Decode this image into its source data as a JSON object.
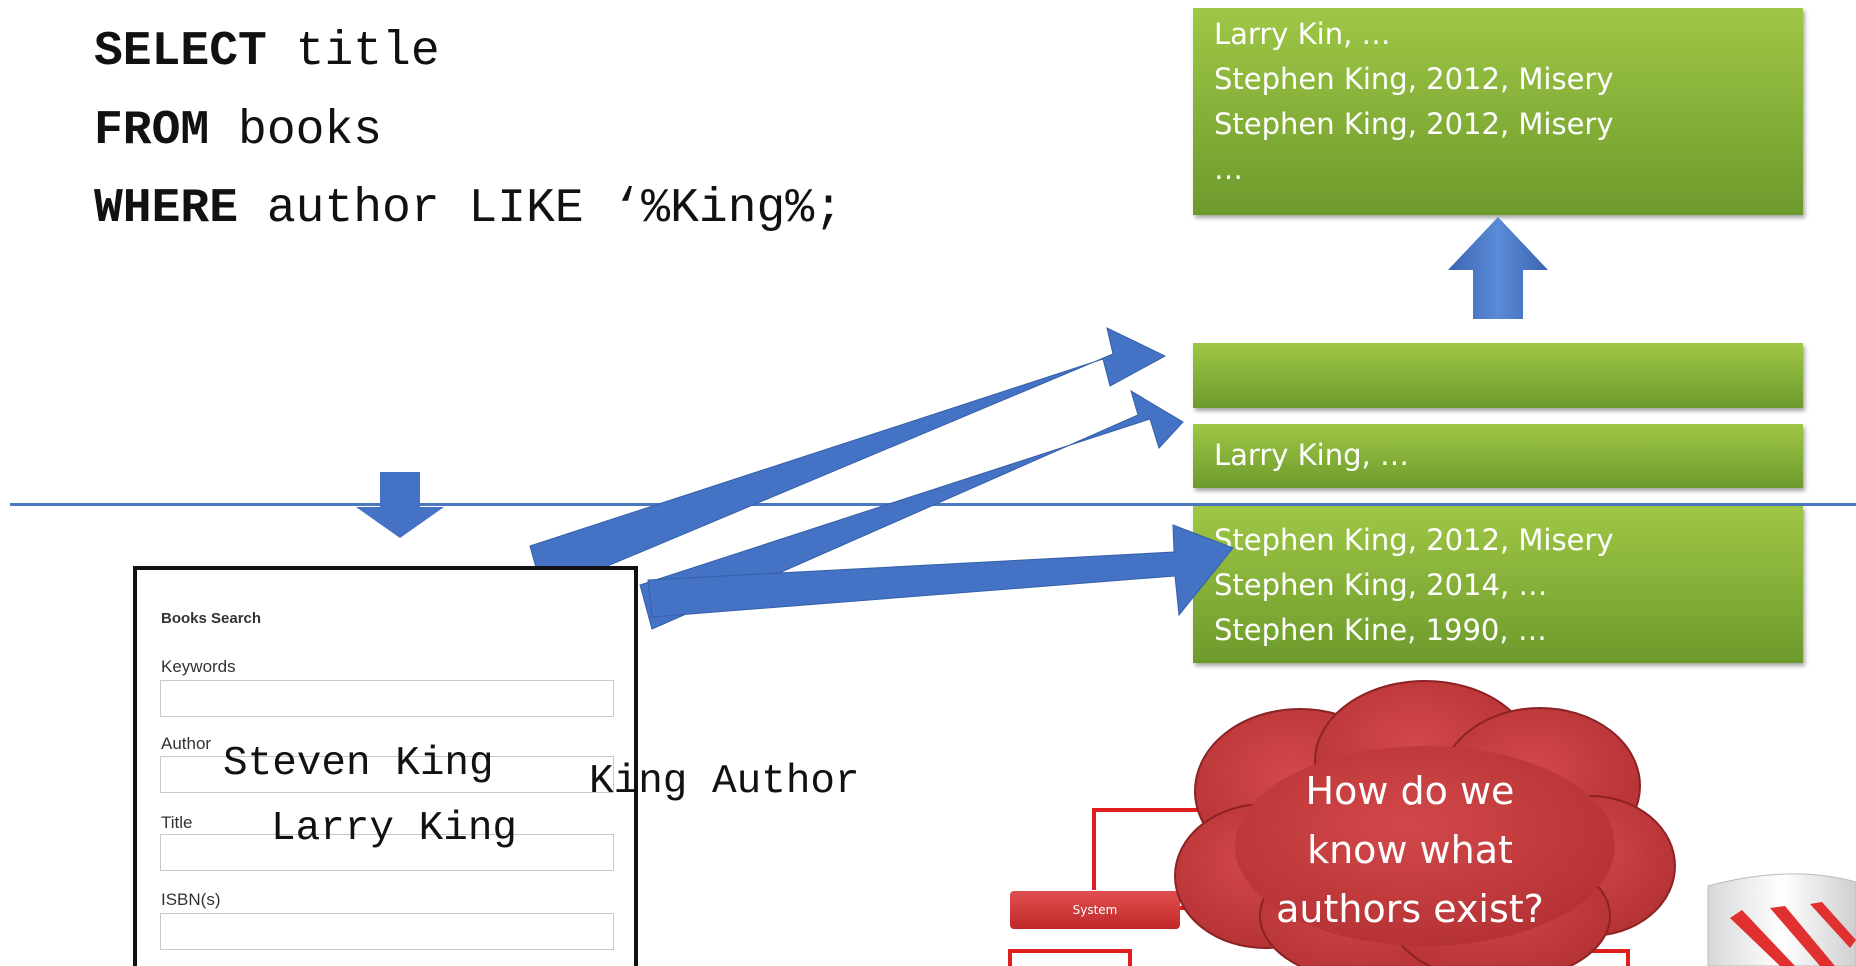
{
  "query": {
    "line1": {
      "keyword": "SELECT",
      "rest": " title"
    },
    "line2": {
      "keyword": "FROM",
      "rest": " books"
    },
    "line3": {
      "keyword": "WHERE",
      "rest": " author LIKE ‘%King%;"
    }
  },
  "results": {
    "top": [
      "Larry Kin, …",
      "Stephen King, 2012, Misery",
      "Stephen King, 2012, Misery",
      "…"
    ],
    "middle_empty": [],
    "larry": [
      "Larry King, …"
    ],
    "stephen": [
      "Stephen King, 2012, Misery",
      "Stephen King, 2014, …",
      "Stephen Kine, 1990, …"
    ]
  },
  "form": {
    "title": "Books Search",
    "keywords_label": "Keywords",
    "author_label": "Author",
    "title_label": "Title",
    "isbn_label": "ISBN(s)"
  },
  "overlay": {
    "steven_king": "Steven King",
    "larry_king": "Larry King",
    "king_author": "King Author"
  },
  "cloud": {
    "lines": [
      "How do we",
      "know what",
      "authors exist?"
    ]
  },
  "diagram": {
    "system_label": "System"
  },
  "colors": {
    "arrow_blue": "#4472c4",
    "result_green": "#8cb83c",
    "cloud_red": "#c0393b",
    "diagram_red": "#e01e1e"
  }
}
